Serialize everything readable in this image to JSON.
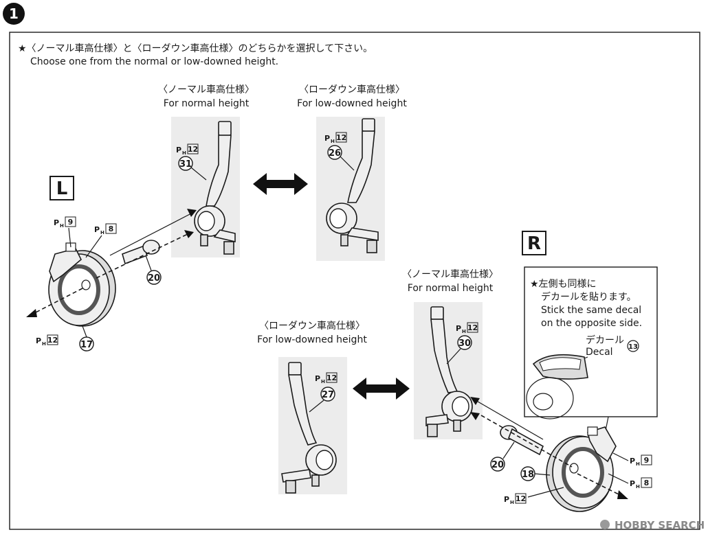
{
  "step": {
    "number": "1"
  },
  "instruction": {
    "jp": "★〈ノーマル車高仕様〉と〈ローダウン車高仕様〉のどちらかを選択して下さい。",
    "en": "Choose one from the normal or low-downed height."
  },
  "left_side": {
    "label": "L",
    "normal": {
      "jp": "〈ノーマル車高仕様〉",
      "en": "For normal height",
      "part_no": "31",
      "runner": "12"
    },
    "lowdown": {
      "jp": "〈ローダウン車高仕様〉",
      "en": "For low-downed height",
      "part_no": "26",
      "runner": "12"
    },
    "parts": [
      {
        "part_no": "20"
      },
      {
        "part_no": "17",
        "runner": "12"
      }
    ],
    "runner_refs": [
      "9",
      "8"
    ]
  },
  "right_side": {
    "label": "R",
    "normal": {
      "jp": "〈ノーマル車高仕様〉",
      "en": "For normal height",
      "part_no": "30",
      "runner": "12"
    },
    "lowdown": {
      "jp": "〈ローダウン車高仕様〉",
      "en": "For low-downed height",
      "part_no": "27",
      "runner": "12"
    },
    "parts": [
      {
        "part_no": "20"
      },
      {
        "part_no": "18",
        "runner": "12"
      }
    ],
    "runner_refs": [
      "9",
      "8"
    ]
  },
  "decal_note": {
    "jp_line1": "★左側も同様に",
    "jp_line2": "デカールを貼ります。",
    "en_line1": "Stick the same decal",
    "en_line2": "on the opposite side.",
    "label_jp": "デカール",
    "label_en": "Decal",
    "decal_no": "13"
  },
  "runner_prefix": "P",
  "runner_sub": "H",
  "watermark": "HOBBY SEARCH",
  "icons": {
    "swap": "double-arrow-icon",
    "step": "step-number-icon"
  }
}
